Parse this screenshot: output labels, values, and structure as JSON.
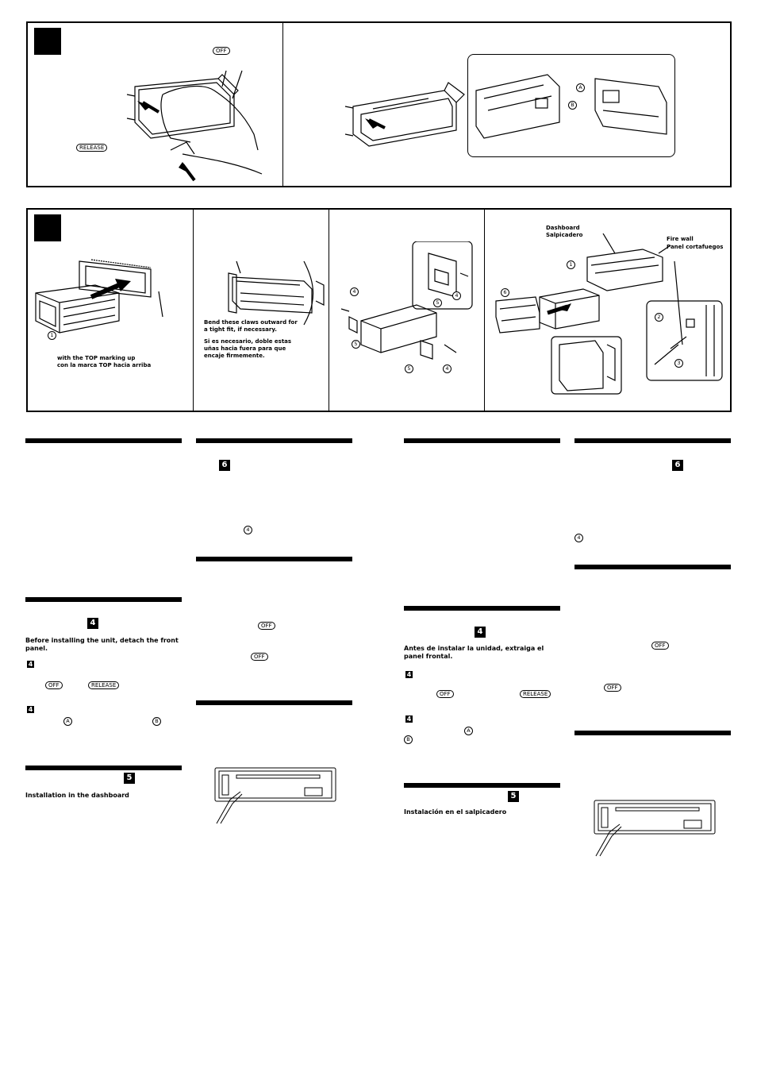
{
  "labels": {
    "off": "OFF",
    "release": "RELEASE",
    "a": "A",
    "b": "B"
  },
  "section_b": {
    "top_note_en": "with the TOP marking up",
    "top_note_es": "con la marca TOP hacia arriba",
    "claws_en": "Bend these claws outward for a tight fit, if necessary.",
    "claws_es": "Si es necesario, doble estas uñas hacia fuera para que encaje firmemente.",
    "dashboard_en": "Dashboard",
    "dashboard_es": "Salpicadero",
    "firewall_en": "Fire wall",
    "firewall_es": "Panel cortafuegos",
    "n1": "1",
    "n2": "2",
    "n3": "3",
    "n4": "4",
    "n5": "5",
    "n6": "6"
  },
  "text_en": {
    "num4": "4",
    "num5": "5",
    "num6": "6",
    "before_install": "Before installing the unit, detach the front panel.",
    "install_dashboard": "Installation in the dashboard"
  },
  "text_es": {
    "num4": "4",
    "num5": "5",
    "num6": "6",
    "before_install": "Antes de instalar la unidad, extraiga el panel frontal.",
    "install_dashboard": "Instalación en el salpicadero"
  }
}
